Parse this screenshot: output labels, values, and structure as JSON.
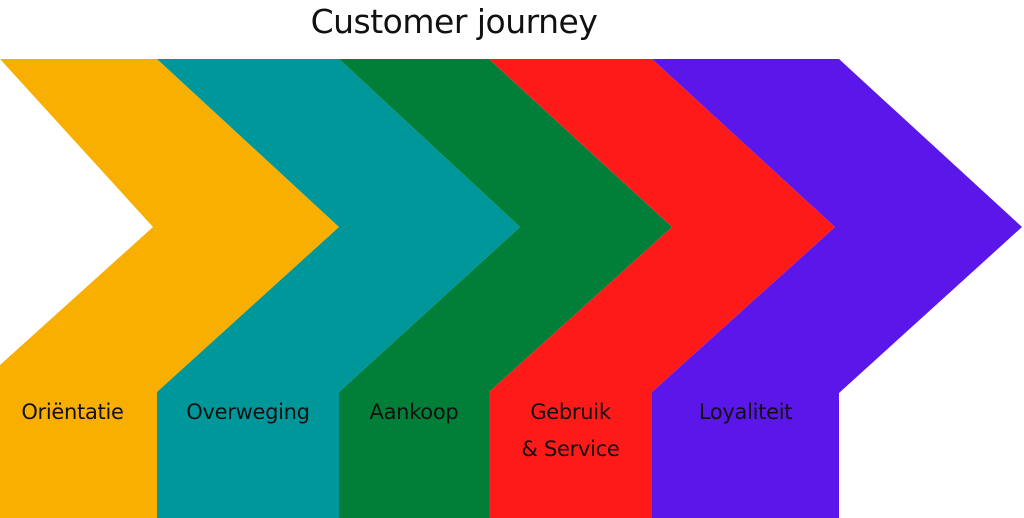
{
  "title": "Customer journey",
  "stages": [
    {
      "label": "Oriëntatie",
      "lines": [
        "Oriëntatie"
      ],
      "color": "#F9AF00"
    },
    {
      "label": "Overweging",
      "lines": [
        "Overweging"
      ],
      "color": "#00979B"
    },
    {
      "label": "Aankoop",
      "lines": [
        "Aankoop"
      ],
      "color": "#017F38"
    },
    {
      "label": "Gebruik & Service",
      "lines": [
        "Gebruik",
        "& Service"
      ],
      "color": "#FF1A1A"
    },
    {
      "label": "Loyaliteit",
      "lines": [
        "Loyaliteit"
      ],
      "color": "#5B17EA"
    }
  ]
}
